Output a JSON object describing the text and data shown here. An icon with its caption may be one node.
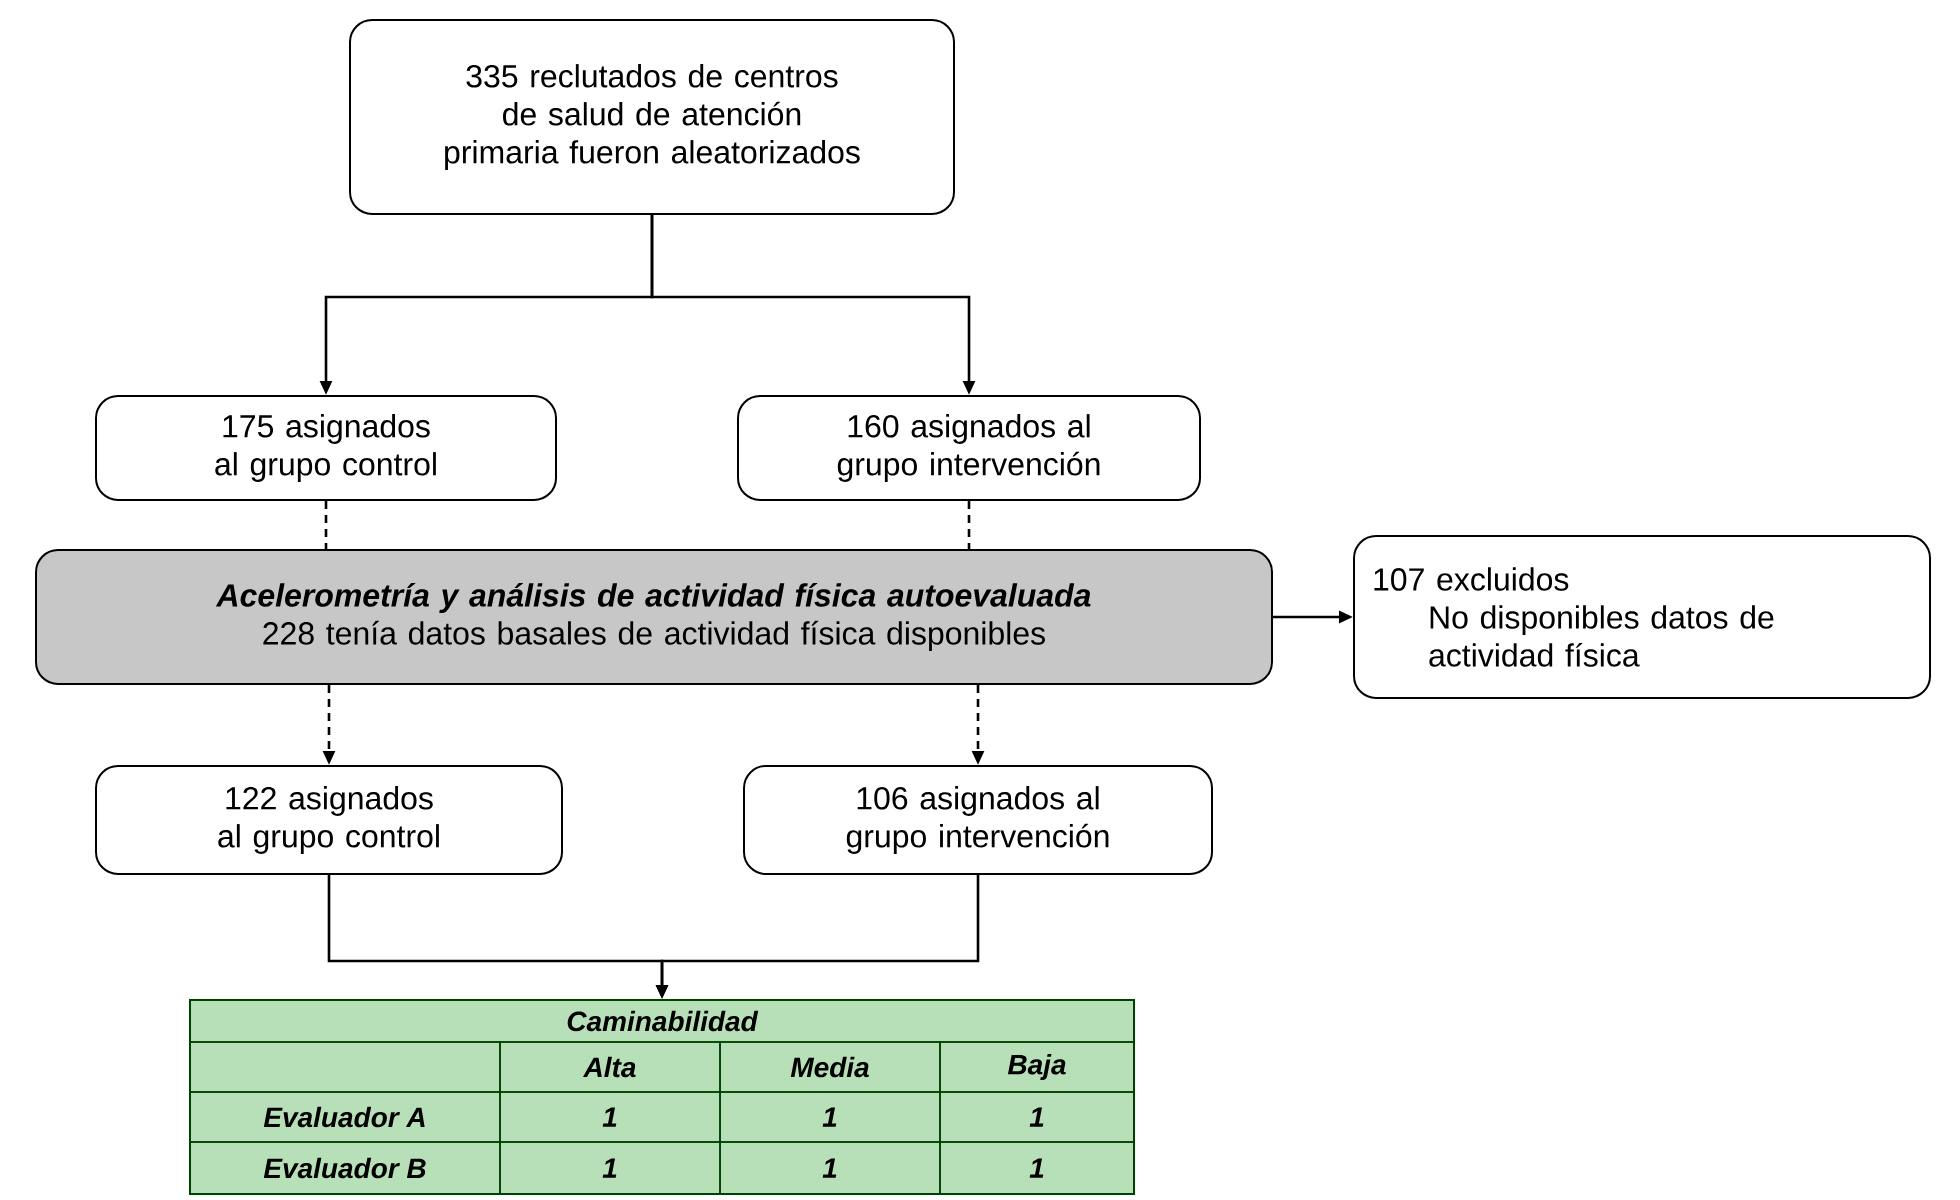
{
  "diagram": {
    "nodes": [
      {
        "text": [
          "335 reclutados de centros de salud de atención primaria fueron aleatorizados"
        ]
      },
      {
        "text": [
          "175 asignados al grupo control"
        ]
      },
      {
        "text": [
          "160 asignados al grupo intervención"
        ]
      },
      {
        "text": [
          "Acelerometría y análisis de actividad física autoevaluada",
          "228 tenía datos basales de actividad física disponibles"
        ]
      },
      {
        "text": [
          "107 excluidos",
          "No disponibles datos de actividad física"
        ]
      },
      {
        "text": [
          "122 asignados al grupo control"
        ]
      },
      {
        "text": [
          "106 asignados al grupo intervención"
        ]
      },
      {
        "text": [
          "Caminabilidad",
          "Alta",
          "Media",
          "Baja",
          "Evaluador A",
          "1",
          "1",
          "1",
          "Evaluador B",
          "1",
          "1",
          "1"
        ]
      }
    ],
    "edges": [
      {
        "from": 0,
        "to": 1,
        "arrow": "to"
      },
      {
        "from": 0,
        "to": 2,
        "arrow": "to"
      },
      {
        "from": 1,
        "to": 3,
        "arrow": "none",
        "style": "dashed"
      },
      {
        "from": 2,
        "to": 3,
        "arrow": "none",
        "style": "dashed"
      },
      {
        "from": 3,
        "to": 4,
        "arrow": "to"
      },
      {
        "from": 3,
        "to": 5,
        "arrow": "to",
        "style": "dashed"
      },
      {
        "from": 3,
        "to": 6,
        "arrow": "to",
        "style": "dashed"
      },
      {
        "from": 5,
        "to": 7,
        "arrow": "to"
      },
      {
        "from": 6,
        "to": 7,
        "arrow": "to"
      }
    ]
  }
}
